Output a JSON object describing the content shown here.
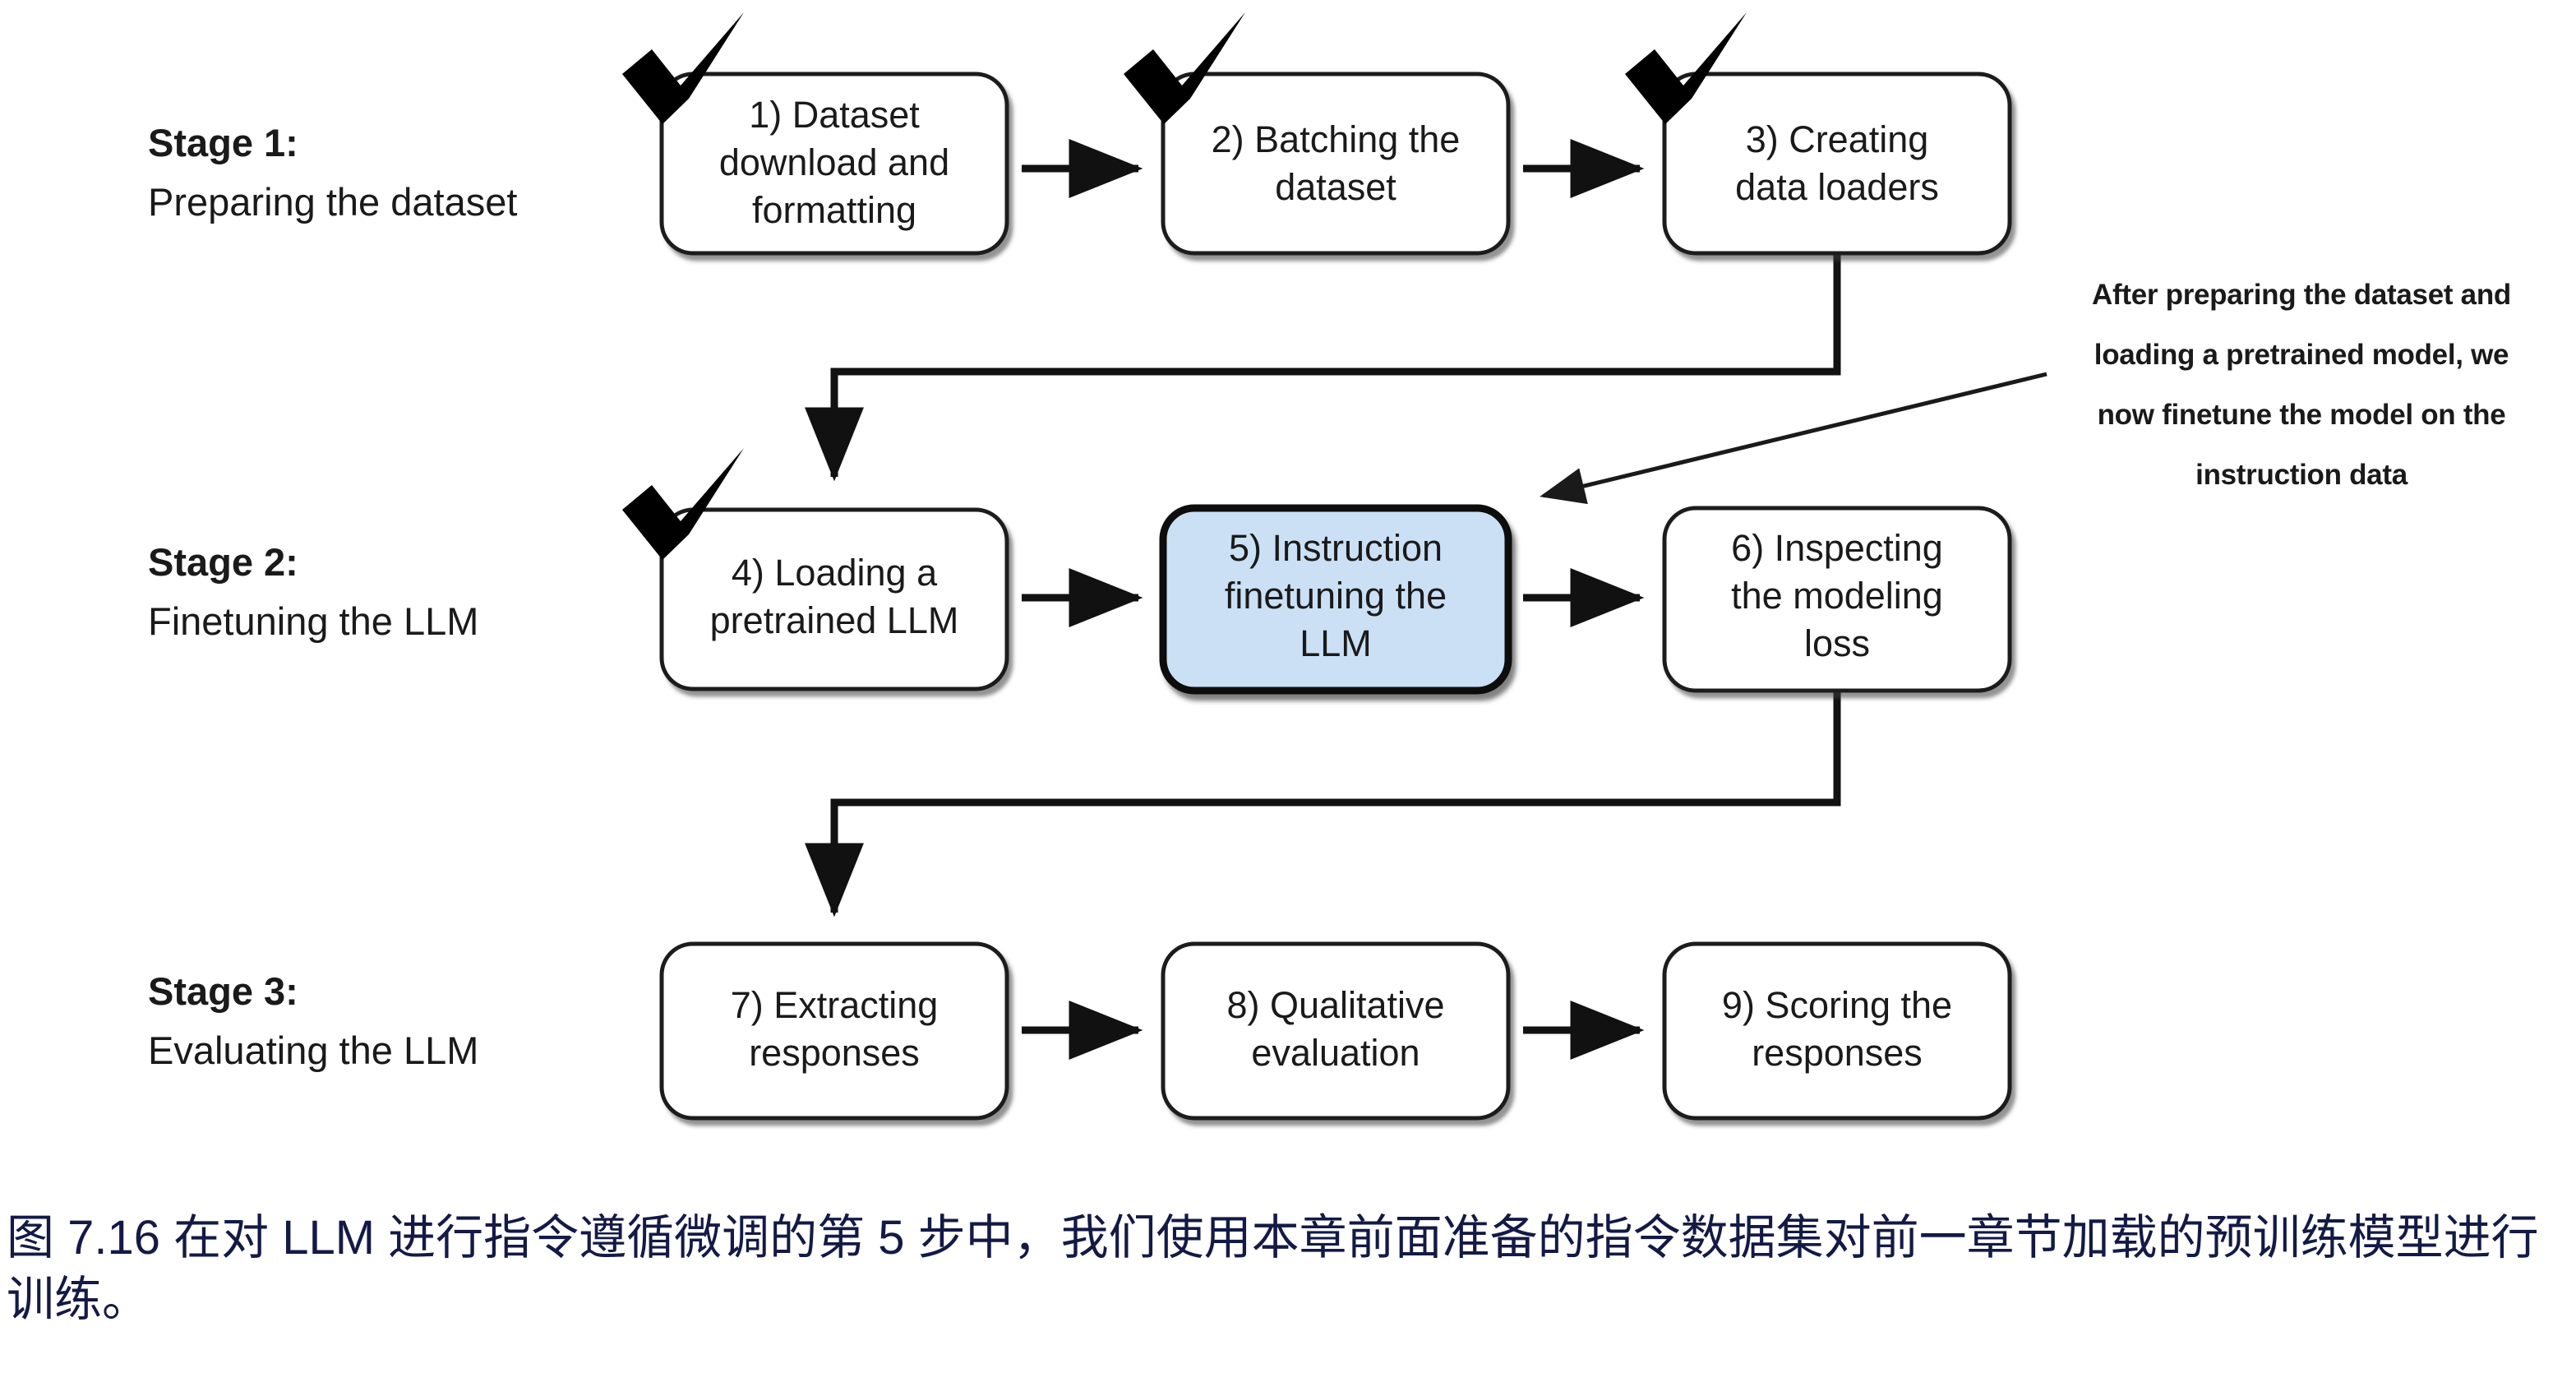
{
  "figure": {
    "title": "Instruction finetuning flowchart",
    "caption": "图 7.16 在对 LLM 进行指令遵循微调的第 5 步中，我们使用本章前面准备的指令数据集对前一章节加载的预训练模型进行训练。",
    "caption_color": "#141a45",
    "highlight_color": "#cbe0f5",
    "line_color": "#111111",
    "background": "#ffffff"
  },
  "stages": [
    {
      "id": "stage-1",
      "title": "Stage 1:",
      "subtitle": "Preparing the dataset"
    },
    {
      "id": "stage-2",
      "title": "Stage 2:",
      "subtitle": "Finetuning the LLM"
    },
    {
      "id": "stage-3",
      "title": "Stage 3:",
      "subtitle": "Evaluating the LLM"
    }
  ],
  "nodes": [
    {
      "id": "node-1",
      "stage": 1,
      "done": true,
      "highlighted": false,
      "lines": [
        "1) Dataset",
        "download and",
        "formatting"
      ]
    },
    {
      "id": "node-2",
      "stage": 1,
      "done": true,
      "highlighted": false,
      "lines": [
        "2) Batching the",
        "dataset"
      ]
    },
    {
      "id": "node-3",
      "stage": 1,
      "done": true,
      "highlighted": false,
      "lines": [
        "3) Creating",
        "data loaders"
      ]
    },
    {
      "id": "node-4",
      "stage": 2,
      "done": true,
      "highlighted": false,
      "lines": [
        "4) Loading a",
        "pretrained LLM"
      ]
    },
    {
      "id": "node-5",
      "stage": 2,
      "done": false,
      "highlighted": true,
      "lines": [
        "5) Instruction",
        "finetuning the",
        "LLM"
      ]
    },
    {
      "id": "node-6",
      "stage": 2,
      "done": false,
      "highlighted": false,
      "lines": [
        "6) Inspecting",
        "the modeling",
        "loss"
      ]
    },
    {
      "id": "node-7",
      "stage": 3,
      "done": false,
      "highlighted": false,
      "lines": [
        "7) Extracting",
        "responses"
      ]
    },
    {
      "id": "node-8",
      "stage": 3,
      "done": false,
      "highlighted": false,
      "lines": [
        "8) Qualitative",
        "evaluation"
      ]
    },
    {
      "id": "node-9",
      "stage": 3,
      "done": false,
      "highlighted": false,
      "lines": [
        "9) Scoring the",
        "responses"
      ]
    }
  ],
  "annotation": {
    "id": "annotation-callout",
    "lines": [
      "After preparing the dataset and",
      "loading a pretrained model, we",
      "now finetune the model on the",
      "instruction data"
    ],
    "points_to": "node-5"
  }
}
